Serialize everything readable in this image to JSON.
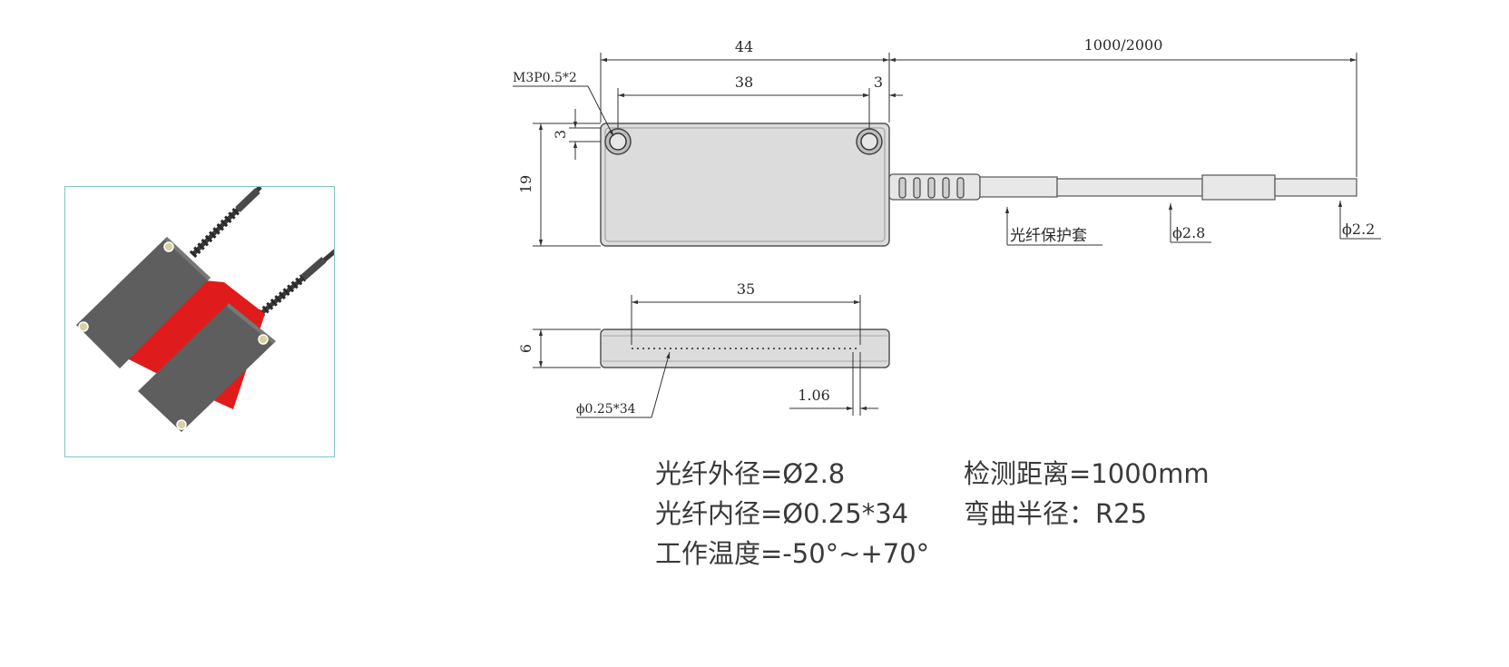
{
  "drawing": {
    "overall_length": "44",
    "hole_spacing": "38",
    "hole_edge_offset": "3",
    "cable_length": "1000/2000",
    "thread_spec": "M3P0.5*2",
    "hole_vertical": "3",
    "body_height": "19",
    "sheath_label": "光纤保护套",
    "cable_diameter_1": "ϕ2.8",
    "cable_diameter_2": "ϕ2.2",
    "fiber_array_length": "35",
    "thickness": "6",
    "fiber_pitch_offset": "1.06",
    "fiber_spec": "ϕ0.25*34"
  },
  "specs": {
    "outer_diameter": "光纤外径=Ø2.8",
    "inner_diameter": "光纤内径=Ø0.25*34",
    "temperature": "工作温度=-50°~+70°",
    "detect_distance": "检测距离=1000mm",
    "bend_radius": "弯曲半径：R25"
  },
  "colors": {
    "sensor_body": "#5e5e5e",
    "red_band": "#e01b1b",
    "frame_border": "#7fc6c0",
    "drawing_fill": "#dcdcdc"
  }
}
